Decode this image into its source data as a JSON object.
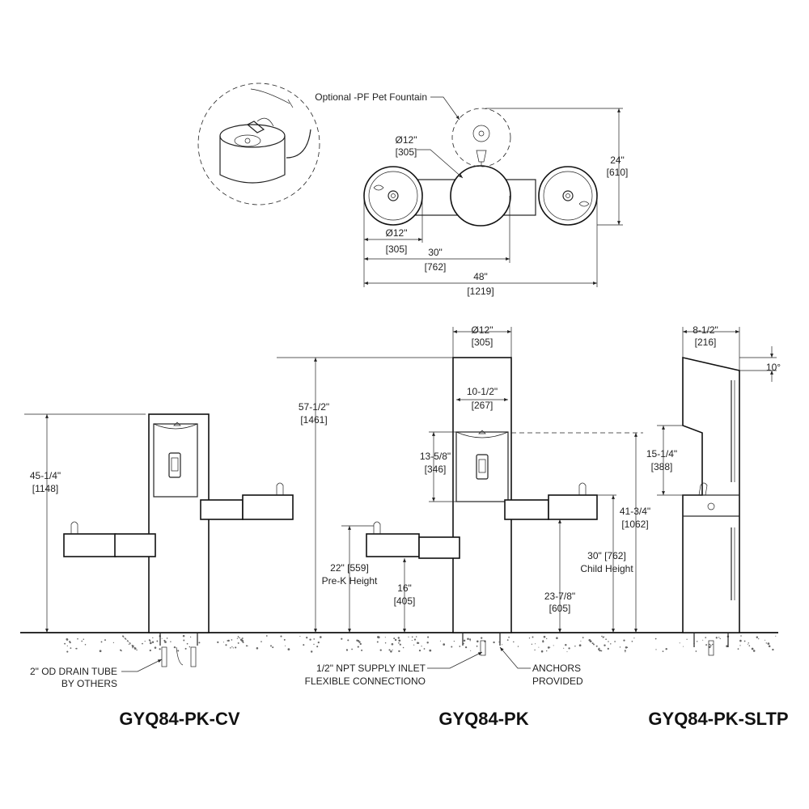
{
  "top_view": {
    "pet_fountain_label": "Optional -PF Pet Fountain",
    "basin_dia": {
      "in": "Ø12\"",
      "mm": "[305]"
    },
    "basin_dia_lower": {
      "in": "Ø12\"",
      "mm": "[305]"
    },
    "depth": {
      "in": "24\"",
      "mm": "[610]"
    },
    "center_span": {
      "in": "30\"",
      "mm": "[762]"
    },
    "overall_width": {
      "in": "48\"",
      "mm": "[1219]"
    }
  },
  "cv": {
    "model": "GYQ84-PK-CV",
    "height": {
      "in": "45-1/4\"",
      "mm": "[1148]"
    },
    "drain_label_1": "2\" OD DRAIN TUBE",
    "drain_label_2": "BY OTHERS"
  },
  "pk": {
    "model": "GYQ84-PK",
    "column_dia": {
      "in": "Ø12\"",
      "mm": "[305]"
    },
    "overall_height": {
      "in": "57-1/2\"",
      "mm": "[1461]"
    },
    "filler_width": {
      "in": "10-1/2\"",
      "mm": "[267]"
    },
    "filler_height": {
      "in": "13-5/8\"",
      "mm": "[346]"
    },
    "prek_height": {
      "line1": "22\" [559]",
      "line2": "Pre-K Height"
    },
    "low_basin": {
      "in": "16\"",
      "mm": "[405]"
    },
    "bottle_height": {
      "in": "41-3/4\"",
      "mm": "[1062]"
    },
    "child_height": {
      "line1": "30\" [762]",
      "line2": "Child Height"
    },
    "mid_basin": {
      "in": "23-7/8\"",
      "mm": "[605]"
    },
    "supply_label_1": "1/2\" NPT SUPPLY INLET",
    "supply_label_2": "FLEXIBLE CONNECTIONO",
    "anchors_label_1": "ANCHORS",
    "anchors_label_2": "PROVIDED"
  },
  "sltp": {
    "model": "GYQ84-PK-SLTP",
    "top_width": {
      "in": "8-1/2\"",
      "mm": "[216]"
    },
    "angle": "10°",
    "filler_height": {
      "in": "15-1/4\"",
      "mm": "[388]"
    }
  }
}
